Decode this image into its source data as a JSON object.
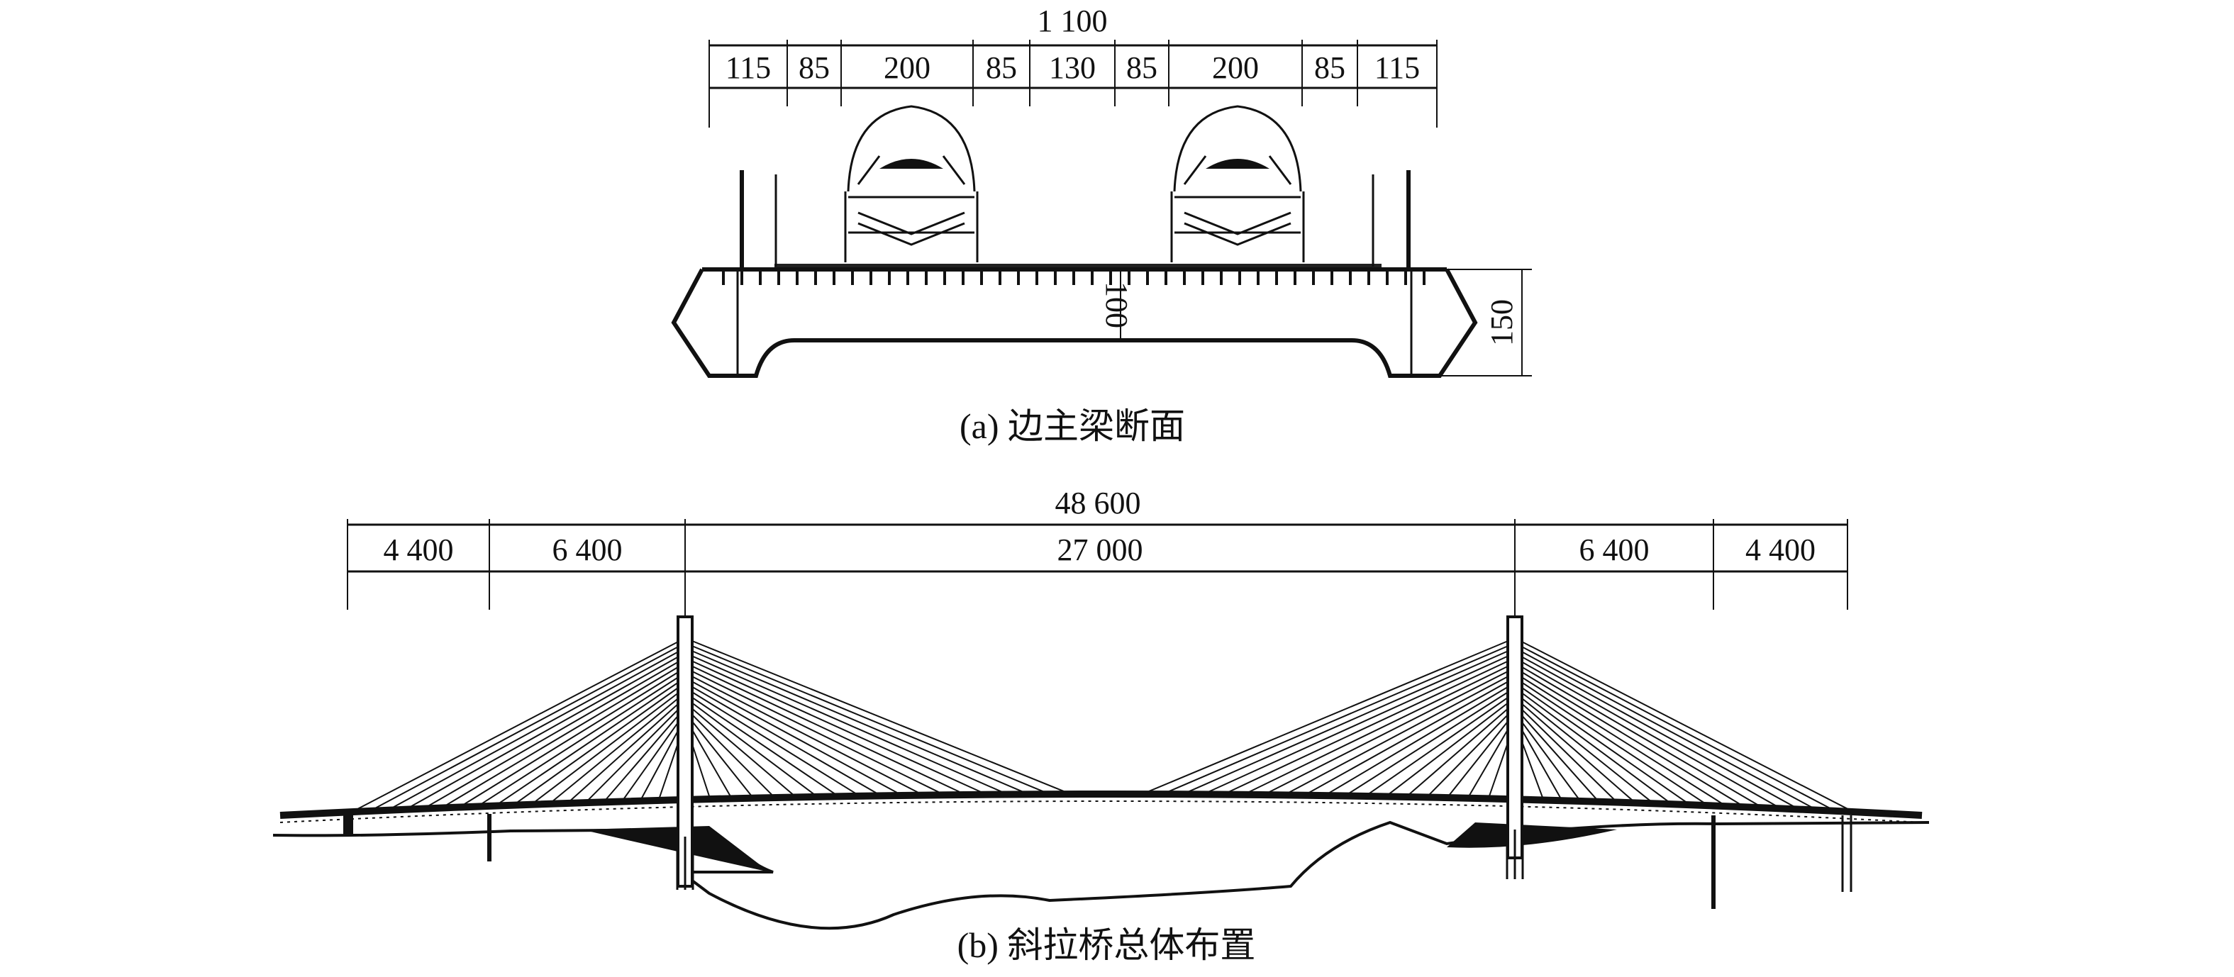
{
  "section_a": {
    "caption": "(a) 边主梁断面",
    "total_dim": "1 100",
    "sub_dims": [
      "115",
      "85",
      "200",
      "85",
      "130",
      "85",
      "200",
      "85",
      "115"
    ],
    "depth_inner": "100",
    "depth_outer": "150"
  },
  "section_b": {
    "caption": "(b) 斜拉桥总体布置",
    "total_dim": "48 600",
    "span_dims": [
      "4 400",
      "6 400",
      "27 000",
      "6 400",
      "4 400"
    ]
  }
}
